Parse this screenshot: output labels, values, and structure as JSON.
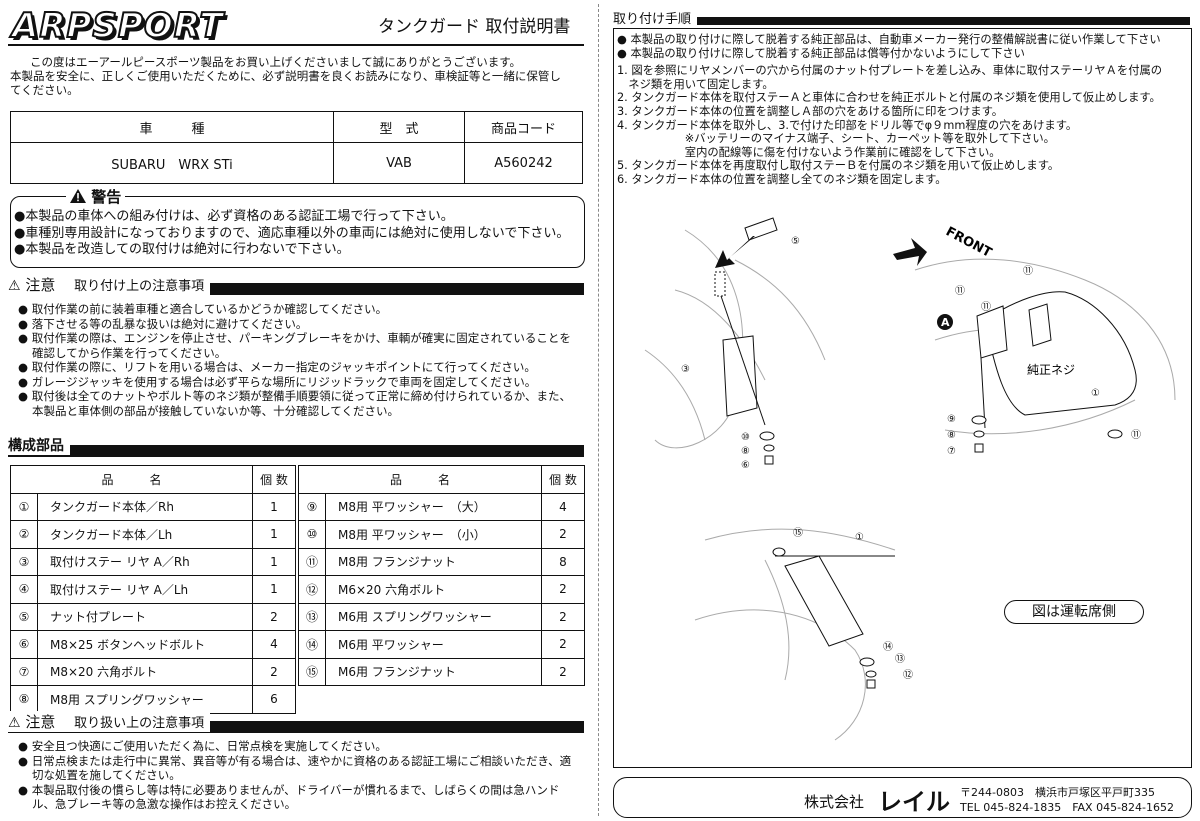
{
  "brand": "ARPSPORT",
  "doc_title": "タンクガード 取付説明書",
  "intro": [
    "この度はエーアールピースポーツ製品をお買い上げくださいまして誠にありがとうございます。",
    "本製品を安全に、正しくご使用いただくために、必ず説明書を良くお読みになり、車検証等と一緒に保管し",
    "てください。"
  ],
  "car_table": {
    "headers": [
      "車　　　種",
      "型　式",
      "商品コード"
    ],
    "row": [
      "SUBARU　WRX STi",
      "VAB",
      "A560242"
    ]
  },
  "warning": {
    "label": "警告",
    "items": [
      "●本製品の車体への組み付けは、必ず資格のある認証工場で行って下さい。",
      "●車種別専用設計になっておりますので、適応車種以外の車両には絶対に使用しないで下さい。",
      "●本製品を改造しての取付けは絶対に行わないで下さい。"
    ]
  },
  "caution_install": {
    "label": "注意",
    "subtitle": "取り付け上の注意事項",
    "items": [
      "● 取付作業の前に装着車種と適合しているかどうか確認してください。",
      "● 落下させる等の乱暴な扱いは絶対に避けてください。",
      "● 取付作業の際は、エンジンを停止させ、パーキングブレーキをかけ、車輌が確実に固定されていることを確認してから作業を行ってください。",
      "● 取付作業の際に、リフトを用いる場合は、メーカー指定のジャッキポイントにて行ってください。",
      "● ガレージジャッキを使用する場合は必ず平らな場所にリジッドラックで車両を固定してください。",
      "● 取付後は全てのナットやボルト等のネジ類が整備手順要領に従って正常に締め付けられているか、また、本製品と車体側の部品が接触していないか等、十分確認してください。"
    ]
  },
  "parts": {
    "title": "構成部品",
    "headers": [
      "品　　　名",
      "個 数",
      "品　　　名",
      "個 数"
    ],
    "left": [
      [
        "①",
        "タンクガード本体／Rh",
        "1"
      ],
      [
        "②",
        "タンクガード本体／Lh",
        "1"
      ],
      [
        "③",
        "取付けステー リヤ A／Rh",
        "1"
      ],
      [
        "④",
        "取付けステー リヤ A／Lh",
        "1"
      ],
      [
        "⑤",
        "ナット付プレート",
        "2"
      ],
      [
        "⑥",
        "M8×25 ボタンヘッドボルト",
        "4"
      ],
      [
        "⑦",
        "M8×20 六角ボルト",
        "2"
      ],
      [
        "⑧",
        "M8用 スプリングワッシャー",
        "6"
      ]
    ],
    "right": [
      [
        "⑨",
        "M8用 平ワッシャー　（大）",
        "4"
      ],
      [
        "⑩",
        "M8用 平ワッシャー　（小）",
        "2"
      ],
      [
        "⑪",
        "M8用 フランジナット",
        "8"
      ],
      [
        "⑫",
        "M6×20 六角ボルト",
        "2"
      ],
      [
        "⑬",
        "M6用 スプリングワッシャー",
        "2"
      ],
      [
        "⑭",
        "M6用 平ワッシャー",
        "2"
      ],
      [
        "⑮",
        "M6用 フランジナット",
        "2"
      ]
    ]
  },
  "caution_handling": {
    "label": "注意",
    "subtitle": "取り扱い上の注意事項",
    "items": [
      "● 安全且つ快適にご使用いただく為に、日常点検を実施してください。",
      "● 日常点検または走行中に異常、異音等が有る場合は、速やかに資格のある認証工場にご相談いただき、適切な処置を施してください。",
      "● 本製品取付後の慣らし等は特に必要ありませんが、ドライバーが慣れるまで、しばらくの間は急ハンドル、急ブレーキ等の急激な操作はお控えください。"
    ]
  },
  "procedure": {
    "title": "取り付け手順",
    "notes": [
      "● 本製品の取り付けに際して脱着する純正部品は、自動車メーカー発行の整備解説書に従い作業して下さい",
      "● 本製品の取り付けに際して脱着する純正部品は償等付かないようにして下さい"
    ],
    "steps": [
      "1. 図を参照にリヤメンバーの穴から付属のナット付プレートを差し込み、車体に取付ステーリヤＡを付属の",
      "　ネジ類を用いて固定します。",
      "2. タンクガード本体を取付ステーＡと車体に合わせを純正ボルトと付属のネジ類を使用して仮止めします。",
      "3. タンクガード本体の位置を調整しＡ部の穴をあける箇所に印をつけます。",
      "4. タンクガード本体を取外し、3.で付けた印部をドリル等でφ９mm程度の穴をあけます。",
      "　　　　　　※バッテリーのマイナス端子、シート、カーペット等を取外して下さい。",
      "　　　　　　室内の配線等に傷を付けないよう作業前に確認をして下さい。",
      "5. タンクガード本体を再度取付し取付ステーＢを付属のネジ類を用いて仮止めします。",
      "6. タンクガード本体の位置を調整し全てのネジ類を固定します。"
    ]
  },
  "diagram": {
    "front_label": "FRONT",
    "genuine_screw": "純正ネジ",
    "point_a": "A",
    "note": "図は運転席側",
    "callouts": [
      "⑤",
      "③",
      "⑩",
      "⑧",
      "⑥",
      "⑪",
      "⑪",
      "⑪",
      "①",
      "⑨",
      "⑧",
      "⑦",
      "⑪",
      "⑮",
      "①",
      "⑭",
      "⑬",
      "⑫"
    ]
  },
  "footer": {
    "company_prefix": "株式会社",
    "company_name": "レイル",
    "address": "〒244-0803　横浜市戸塚区平戸町335",
    "contact": "TEL 045-824-1835　FAX 045-824-1652"
  }
}
